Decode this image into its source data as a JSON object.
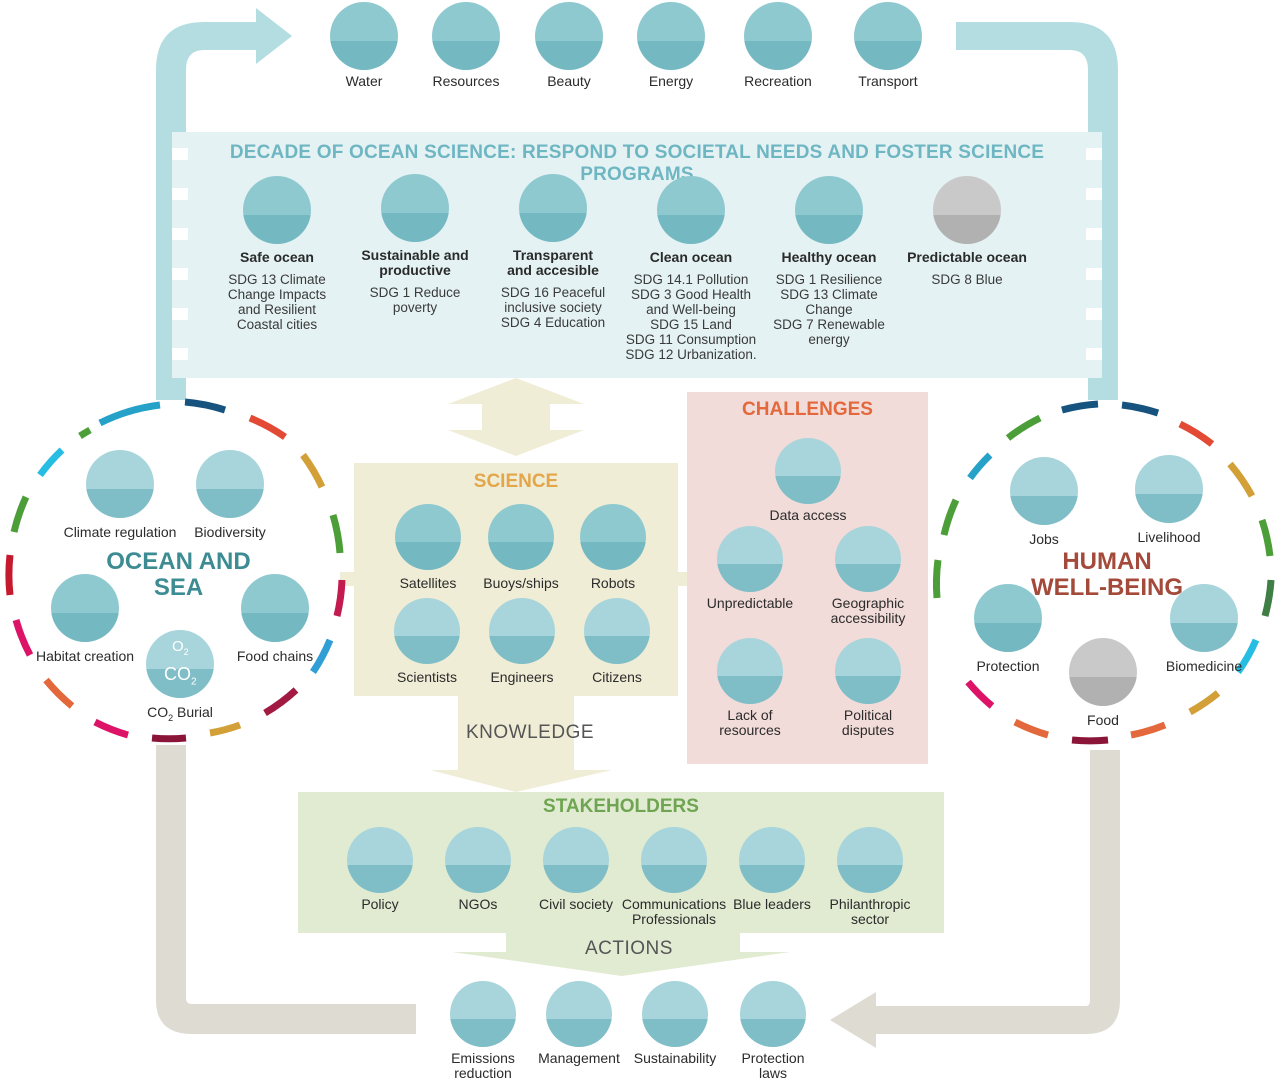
{
  "colors": {
    "teal_arrow": "#b3dde1",
    "grey_arrow": "#dedcd2",
    "decade_title": "#6fb6c3",
    "science_title": "#e3a64a",
    "challenges_title": "#e3683b",
    "stakeholders_title": "#6fa552",
    "ocean_title": "#3d8c93",
    "human_title": "#a44a3a"
  },
  "top_benefits": [
    {
      "label": "Water",
      "icon": "water-rain-icon"
    },
    {
      "label": "Resources",
      "icon": "resources-jar-icon"
    },
    {
      "label": "Beauty",
      "icon": "palm-beach-icon"
    },
    {
      "label": "Energy",
      "icon": "wave-energy-icon"
    },
    {
      "label": "Recreation",
      "icon": "swimmers-icon"
    },
    {
      "label": "Transport",
      "icon": "cargo-ship-icon"
    }
  ],
  "decade": {
    "title": "DECADE OF OCEAN SCIENCE: RESPOND TO SOCIETAL NEEDS AND FOSTER  SCIENCE PROGRAMS",
    "goals": [
      {
        "title": "Safe ocean",
        "sdgs": [
          "SDG 13 Climate",
          "Change Impacts",
          "and Resilient",
          "Coastal cities"
        ],
        "icon": "coastal-city-icon"
      },
      {
        "title": "Sustainable and productive",
        "sdgs": [
          "SDG 1 Reduce",
          "poverty"
        ],
        "icon": "fishing-boat-icon"
      },
      {
        "title": "Transparent and accesible",
        "sdgs": [
          "SDG 16 Peaceful",
          "inclusive society",
          "SDG 4 Education"
        ],
        "icon": "swimmer-fish-icon"
      },
      {
        "title": "Clean ocean",
        "sdgs": [
          "SDG 14.1 Pollution",
          "SDG 3 Good Health",
          "and Well-being",
          "SDG 15 Land",
          "SDG 11 Consumption",
          "SDG 12 Urbanization."
        ],
        "icon": "clean-seafloor-icon"
      },
      {
        "title": "Healthy ocean",
        "sdgs": [
          "SDG 1 Resilience",
          "SDG 13 Climate",
          "Change",
          "SDG 7  Renewable",
          "energy"
        ],
        "icon": "seabird-reef-icon"
      },
      {
        "title": "Predictable ocean",
        "sdgs": [
          "SDG 8 Blue"
        ],
        "icon": "crystal-ball-icon"
      }
    ]
  },
  "ocean_and_sea": {
    "title_line1": "OCEAN AND",
    "title_line2": "SEA",
    "items": [
      {
        "label": "Climate regulation",
        "icon": "cloud-cycle-icon"
      },
      {
        "label": "Biodiversity",
        "icon": "turtle-crab-icon"
      },
      {
        "label": "Habitat creation",
        "icon": "fish-seaweed-icon"
      },
      {
        "label": "Food chains",
        "icon": "shark-fish-icon"
      },
      {
        "label_main": "CO",
        "label_sub": "2",
        "label_rest": " Burial",
        "icon_text_top": "O",
        "icon_text_top_sub": "2",
        "icon_text_bottom": "CO",
        "icon_text_bottom_sub": "2",
        "icon": "co2-cycle-icon"
      }
    ]
  },
  "human_wellbeing": {
    "title_line1": "HUMAN",
    "title_line2": "WELL-BEING",
    "items": [
      {
        "label": "Jobs",
        "icon": "fisherman-net-icon"
      },
      {
        "label": "Livelihood",
        "icon": "woman-basket-icon"
      },
      {
        "label": "Protection",
        "icon": "stilt-house-icon"
      },
      {
        "label": "Biomedicine",
        "icon": "pill-coral-icon"
      },
      {
        "label": "Food",
        "icon": "seafood-icon"
      }
    ]
  },
  "science": {
    "title": "SCIENCE",
    "items": [
      {
        "label": "Satellites",
        "icon": "satellite-icon"
      },
      {
        "label": "Buoys/ships",
        "icon": "buoy-ship-icon"
      },
      {
        "label": "Robots",
        "icon": "underwater-robot-icon"
      },
      {
        "label": "Scientists",
        "icon": "microscope-scientist-icon"
      },
      {
        "label": "Engineers",
        "icon": "engineer-formulas-icon"
      },
      {
        "label": "Citizens",
        "icon": "citizens-fish-icon"
      }
    ]
  },
  "knowledge_label": "KNOWLEDGE",
  "actions_label": "ACTIONS",
  "challenges": {
    "title": "CHALLENGES",
    "items": [
      {
        "label_lines": [
          "Data access"
        ],
        "icon": "computer-chart-icon"
      },
      {
        "label_lines": [
          "Unpredictable"
        ],
        "icon": "dice-hand-icon"
      },
      {
        "label_lines": [
          "Geographic",
          "accessibility"
        ],
        "icon": "globe-icon"
      },
      {
        "label_lines": [
          "Lack of",
          "resources"
        ],
        "icon": "no-coins-icon"
      },
      {
        "label_lines": [
          "Political",
          "disputes"
        ],
        "icon": "pointing-hands-icon"
      }
    ]
  },
  "stakeholders": {
    "title": "STAKEHOLDERS",
    "items": [
      {
        "label_lines": [
          "Policy"
        ],
        "icon": "podium-speaker-icon"
      },
      {
        "label_lines": [
          "NGOs"
        ],
        "icon": "handshake-heart-icon"
      },
      {
        "label_lines": [
          "Civil society"
        ],
        "icon": "surfer-icon"
      },
      {
        "label_lines": [
          "Communications",
          "Professionals"
        ],
        "icon": "presenter-chart-icon"
      },
      {
        "label_lines": [
          "Blue leaders"
        ],
        "icon": "leader-microphone-icon"
      },
      {
        "label_lines": [
          "Philanthropic",
          "sector"
        ],
        "icon": "donor-heart-icon"
      }
    ]
  },
  "actions": [
    {
      "label_lines": [
        "Emissions",
        "reduction"
      ],
      "icon": "factory-icon"
    },
    {
      "label_lines": [
        "Management"
      ],
      "icon": "managers-icon"
    },
    {
      "label_lines": [
        "Sustainability"
      ],
      "icon": "water-drop-hand-icon"
    },
    {
      "label_lines": [
        "Protection",
        "laws"
      ],
      "icon": "lawyer-document-icon"
    }
  ]
}
